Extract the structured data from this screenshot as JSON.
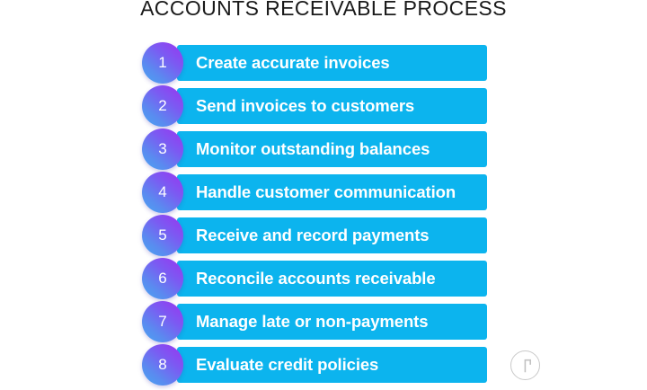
{
  "title": "ACCOUNTS RECEIVABLE PROCESS",
  "colors": {
    "bar": "#0cb4ee",
    "circle_gradient_start": "#49a6f2",
    "circle_gradient_end": "#9b33f0",
    "label_text": "#ffffff",
    "title_text": "#1a1a1a",
    "badge_outline": "#c9c9c9",
    "background": "#ffffff"
  },
  "steps": [
    {
      "number": "1",
      "label": "Create accurate invoices"
    },
    {
      "number": "2",
      "label": "Send invoices to customers"
    },
    {
      "number": "3",
      "label": "Monitor outstanding balances"
    },
    {
      "number": "4",
      "label": "Handle customer communication"
    },
    {
      "number": "5",
      "label": "Receive and record payments"
    },
    {
      "number": "6",
      "label": "Reconcile accounts receivable"
    },
    {
      "number": "7",
      "label": "Manage late or non-payments"
    },
    {
      "number": "8",
      "label": "Evaluate credit policies"
    }
  ],
  "corner_badge": {
    "icon": "pointer-flag-icon"
  }
}
